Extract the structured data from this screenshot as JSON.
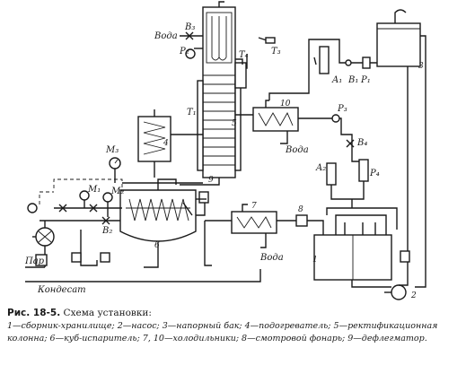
{
  "diagram": {
    "labels": {
      "voda_top": "Вода",
      "voda_cooler10": "Вода",
      "voda_cooler7": "Вода",
      "par": "Пар",
      "kondensat": "Кондесат",
      "B3": "B₃",
      "P2": "P₂",
      "T3": "T₃",
      "T4": "T₄",
      "T1": "T₁",
      "M3": "M₃",
      "M1": "M₁",
      "M2": "M₂",
      "B2": "B₂",
      "A1": "A₁",
      "B1": "B₁",
      "P1": "P₁",
      "P3": "P₃",
      "B4": "B₄",
      "A2": "A₂",
      "P4": "P₄",
      "n1": "1",
      "n2": "2",
      "n3": "3",
      "n4": "4",
      "n5": "5",
      "n6": "6",
      "n7": "7",
      "n8": "8",
      "n9": "9",
      "n10": "10"
    }
  },
  "caption": {
    "fig_number": "Рис. 18-5.",
    "title": "Схема установки:",
    "legend": "1—сборник-хранилище; 2—насос; 3—напорный бак; 4—подогреватель; 5—ректификационная колонна; 6—куб-испаритель; 7, 10—холодильники; 8—смотровой фонарь; 9—дефлегматор."
  }
}
